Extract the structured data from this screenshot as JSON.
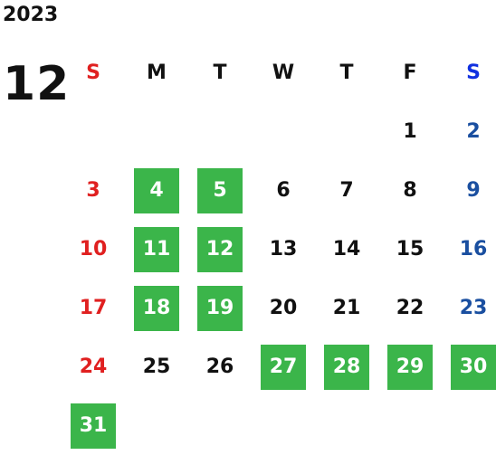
{
  "year": "2023",
  "month": "12",
  "colors": {
    "highlight": "#3bb54a",
    "sunday": "#e02020",
    "saturday": "#1a4fa0",
    "saturday_header": "#1030e0"
  },
  "weekdays": [
    "S",
    "M",
    "T",
    "W",
    "T",
    "F",
    "S"
  ],
  "weeks": [
    [
      {
        "d": ""
      },
      {
        "d": ""
      },
      {
        "d": ""
      },
      {
        "d": ""
      },
      {
        "d": ""
      },
      {
        "d": "1"
      },
      {
        "d": "2"
      }
    ],
    [
      {
        "d": "3"
      },
      {
        "d": "4",
        "hl": true
      },
      {
        "d": "5",
        "hl": true
      },
      {
        "d": "6"
      },
      {
        "d": "7"
      },
      {
        "d": "8"
      },
      {
        "d": "9"
      }
    ],
    [
      {
        "d": "10"
      },
      {
        "d": "11",
        "hl": true
      },
      {
        "d": "12",
        "hl": true
      },
      {
        "d": "13"
      },
      {
        "d": "14"
      },
      {
        "d": "15"
      },
      {
        "d": "16"
      }
    ],
    [
      {
        "d": "17"
      },
      {
        "d": "18",
        "hl": true
      },
      {
        "d": "19",
        "hl": true
      },
      {
        "d": "20"
      },
      {
        "d": "21"
      },
      {
        "d": "22"
      },
      {
        "d": "23"
      }
    ],
    [
      {
        "d": "24"
      },
      {
        "d": "25"
      },
      {
        "d": "26"
      },
      {
        "d": "27",
        "hl": true
      },
      {
        "d": "28",
        "hl": true
      },
      {
        "d": "29",
        "hl": true
      },
      {
        "d": "30",
        "hl": true
      }
    ],
    [
      {
        "d": "31",
        "hl": true
      },
      {
        "d": ""
      },
      {
        "d": ""
      },
      {
        "d": ""
      },
      {
        "d": ""
      },
      {
        "d": ""
      },
      {
        "d": ""
      }
    ]
  ]
}
